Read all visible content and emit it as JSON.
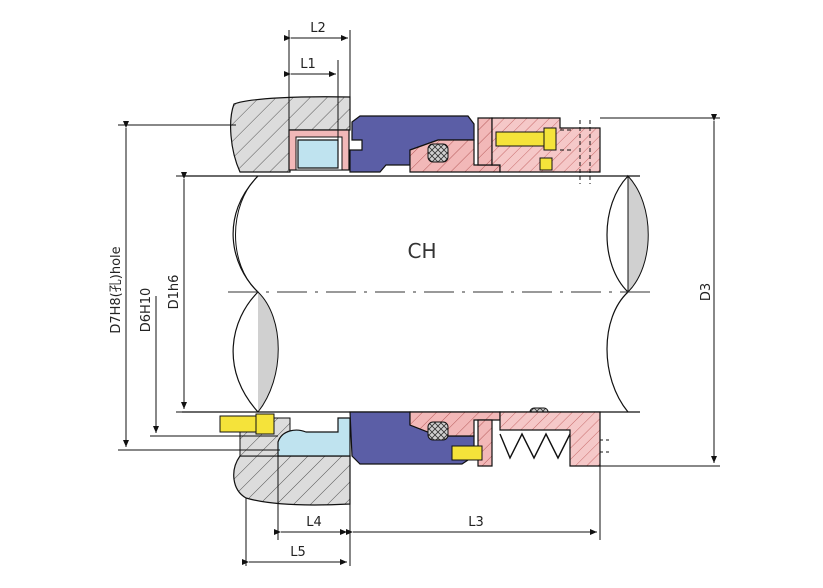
{
  "diagram": {
    "center_label": "CH",
    "dimensions": {
      "L1": "L1",
      "L2": "L2",
      "L3": "L3",
      "L4": "L4",
      "L5": "L5",
      "D1": "D1h6",
      "D3": "D3",
      "D6": "D6H10",
      "D7": "D7H8(孔)hole"
    },
    "colors": {
      "housing_hatch": "#d9d9d9",
      "seat_ring": "#5b5ea6",
      "gland_rubber": "#bfe3ef",
      "spring_parts": "#f2b8b8",
      "set_screw": "#f5e33a",
      "o_ring": "#cfcfcf"
    }
  }
}
